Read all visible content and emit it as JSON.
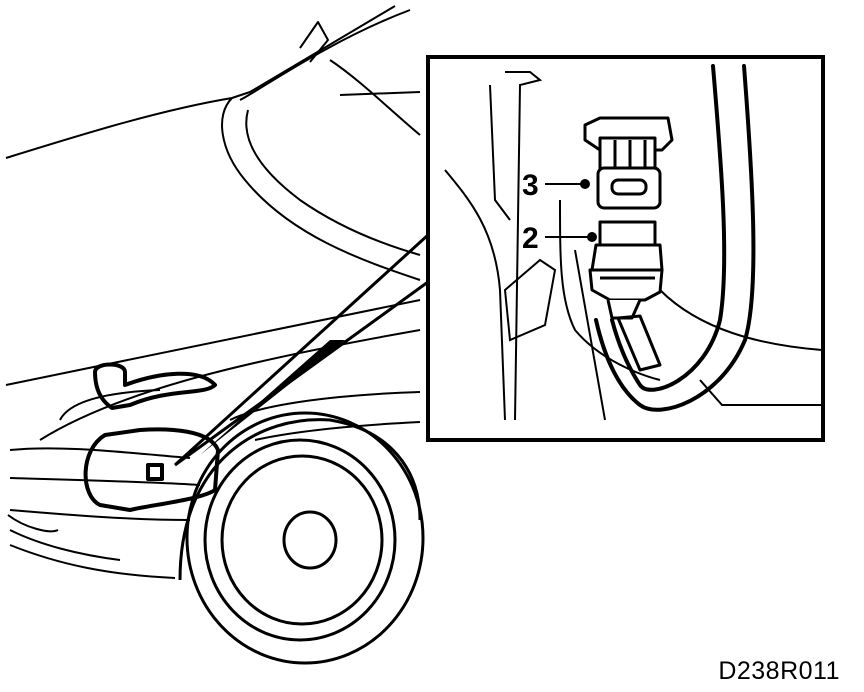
{
  "callouts": [
    {
      "label": "3"
    },
    {
      "label": "2"
    }
  ],
  "figure_code": "D238R011",
  "colors": {
    "line": "#000000",
    "background": "#ffffff"
  }
}
